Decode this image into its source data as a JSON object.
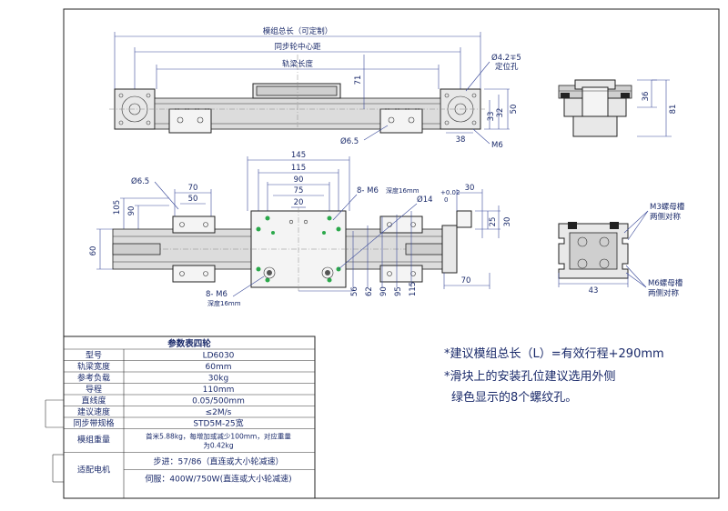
{
  "front_view": {
    "dim_total_length": "模组总长（可定制）",
    "dim_pulley_center": "同步轮中心距",
    "dim_rail_length": "轨梁长度",
    "dim_71": "71",
    "dim_hole": "Ø4.2∓5",
    "dim_hole_label": "定位孔",
    "dim_33": "33",
    "dim_32": "32",
    "dim_50": "50",
    "dim_38": "38",
    "dim_m6": "M6",
    "dim_d65": "Ø6.5"
  },
  "side_view": {
    "dim_36": "36",
    "dim_81": "81"
  },
  "top_view": {
    "dim_145": "145",
    "dim_115": "115",
    "dim_90": "90",
    "dim_75": "75",
    "dim_20": "20",
    "dim_d65": "Ø6.5",
    "dim_70": "70",
    "dim_50": "50",
    "dim_105": "105",
    "dim_90v": "90",
    "dim_60": "60",
    "m6_label": "8- M6",
    "m6_depth": "深度16mm",
    "m6_label2": "8- M6",
    "m6_depth2": "深度16mm",
    "d14": "Ø14",
    "d14_tol": "+0.02",
    "d14_tol2": "0",
    "dim_30a": "30",
    "dim_25": "25",
    "dim_30b": "30",
    "dim_70b": "70",
    "bottom_dims": [
      "56",
      "62",
      "90",
      "95",
      "115"
    ]
  },
  "profile_view": {
    "m3_label": "M3螺母槽",
    "m3_sub": "两侧对称",
    "m6_label": "M6螺母槽",
    "m6_sub": "两侧对称",
    "dim_43": "43"
  },
  "notes": [
    "*建议模组总长（L）=有效行程+290mm",
    "*滑块上的安装孔位建议选用外侧",
    "绿色显示的8个螺纹孔。"
  ],
  "table": {
    "title": "参数表四轮",
    "rows": [
      {
        "label": "型号",
        "value": "LD6030"
      },
      {
        "label": "轨梁宽度",
        "value": "60mm"
      },
      {
        "label": "参考负载",
        "value": "30kg"
      },
      {
        "label": "导程",
        "value": "110mm"
      },
      {
        "label": "直线度",
        "value": "0.05/500mm"
      },
      {
        "label": "建议速度",
        "value": "≤2M/s"
      },
      {
        "label": "同步带规格",
        "value": "STD5M-25宽"
      }
    ],
    "weight_label": "模组重量",
    "weight_value_1": "首米5.88kg，每增加或减少100mm，对应重量",
    "weight_value_2": "为0.42kg",
    "motor_label": "适配电机",
    "motor_step": "步进：57/86（直连或大小轮减速）",
    "motor_servo": "伺服：400W/750W(直连或大小轮减速)"
  }
}
